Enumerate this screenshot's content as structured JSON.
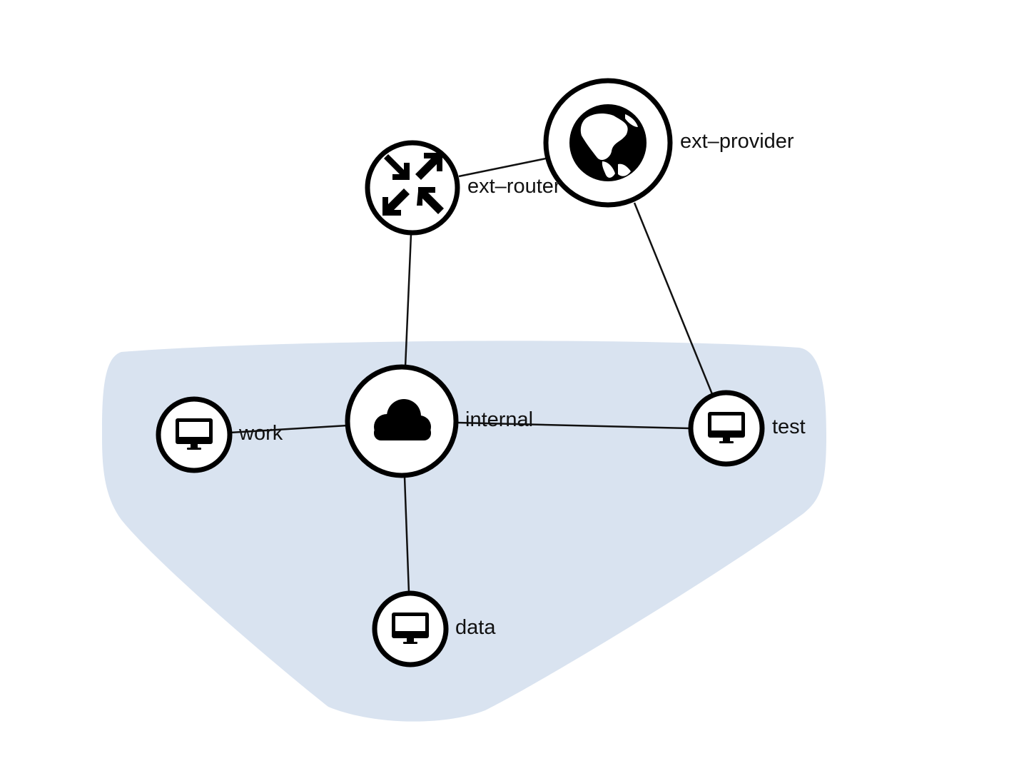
{
  "colors": {
    "group_fill": "#d9e3f0",
    "stroke": "#000000",
    "node_fill": "#ffffff"
  },
  "nodes": [
    {
      "id": "ext-provider",
      "label": "ext–provider",
      "icon": "globe-icon"
    },
    {
      "id": "ext-router",
      "label": "ext–router",
      "icon": "router-icon"
    },
    {
      "id": "internal",
      "label": "internal",
      "icon": "cloud-icon"
    },
    {
      "id": "work",
      "label": "work",
      "icon": "monitor-icon"
    },
    {
      "id": "test",
      "label": "test",
      "icon": "monitor-icon"
    },
    {
      "id": "data",
      "label": "data",
      "icon": "monitor-icon"
    }
  ],
  "edges": [
    {
      "from": "ext-router",
      "to": "ext-provider"
    },
    {
      "from": "ext-router",
      "to": "internal"
    },
    {
      "from": "ext-provider",
      "to": "test"
    },
    {
      "from": "internal",
      "to": "work"
    },
    {
      "from": "internal",
      "to": "test"
    },
    {
      "from": "internal",
      "to": "data"
    }
  ],
  "group": {
    "members": [
      "internal",
      "work",
      "test",
      "data"
    ]
  }
}
